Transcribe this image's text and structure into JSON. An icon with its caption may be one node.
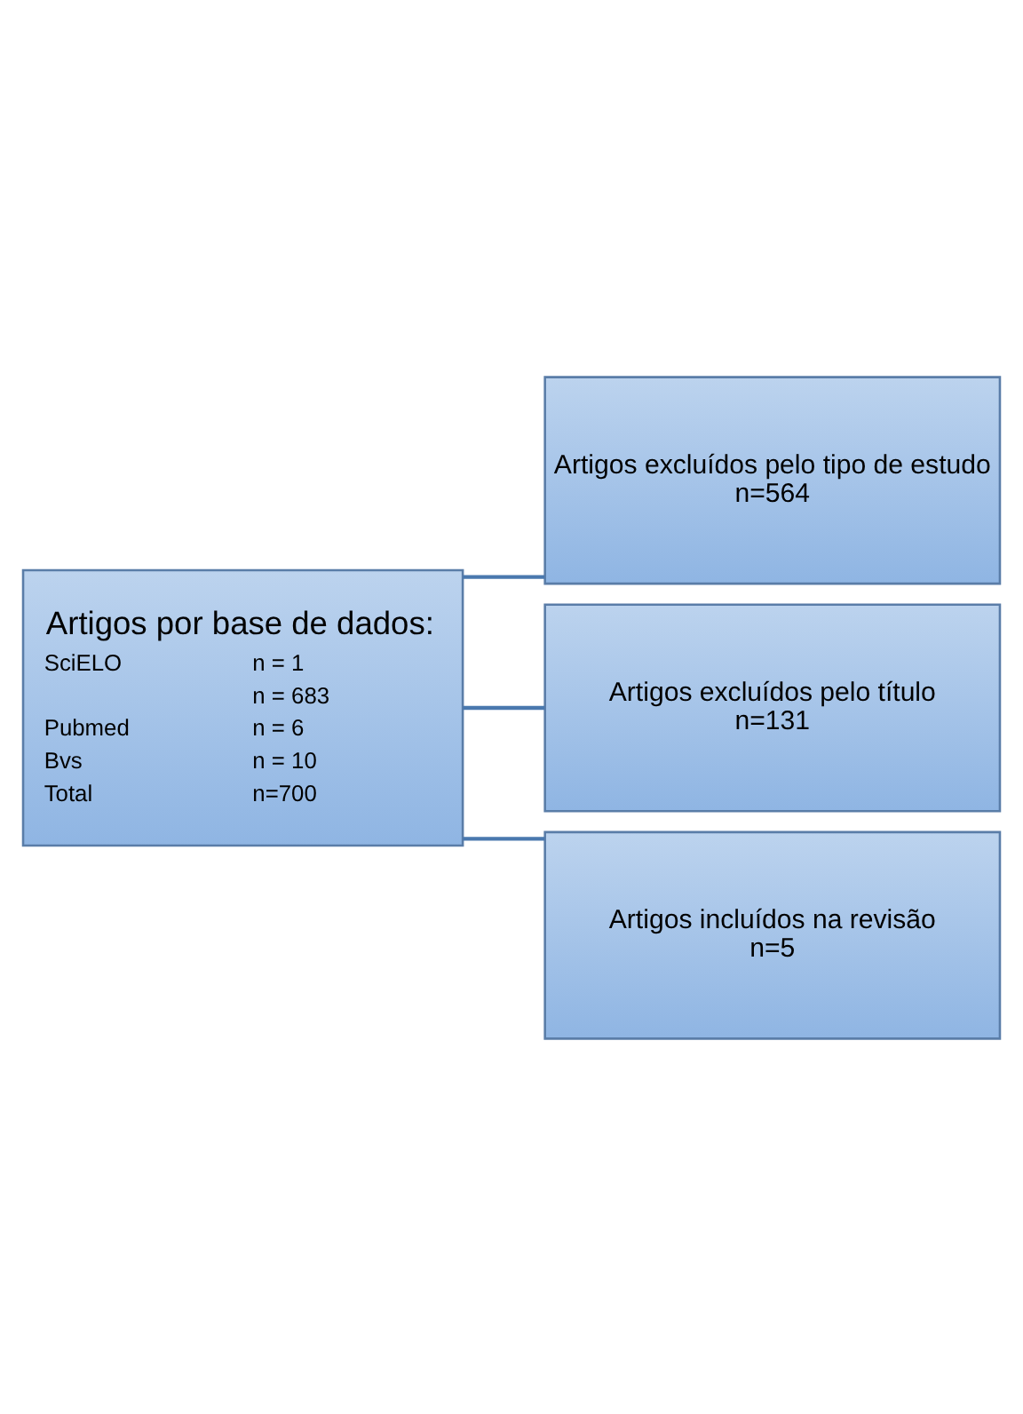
{
  "diagram": {
    "nodes": [
      {
        "text": [
          "Artigos por base de dados:",
          "SciELO",
          "n = 1",
          "n = 683",
          "Pubmed",
          "n = 6",
          "Bvs",
          "n = 10",
          "Total",
          "n=700"
        ]
      },
      {
        "text": [
          "Artigos excluídos pelo tipo de estudo",
          "n=564"
        ]
      },
      {
        "text": [
          "Artigos excluídos pelo título",
          "n=131"
        ]
      },
      {
        "text": [
          "Artigos incluídos na revisão",
          "n=5"
        ]
      }
    ],
    "edges": [
      {
        "from": 0,
        "to": 1,
        "arrow": "none"
      },
      {
        "from": 0,
        "to": 2,
        "arrow": "none"
      },
      {
        "from": 0,
        "to": 3,
        "arrow": "none"
      }
    ]
  }
}
